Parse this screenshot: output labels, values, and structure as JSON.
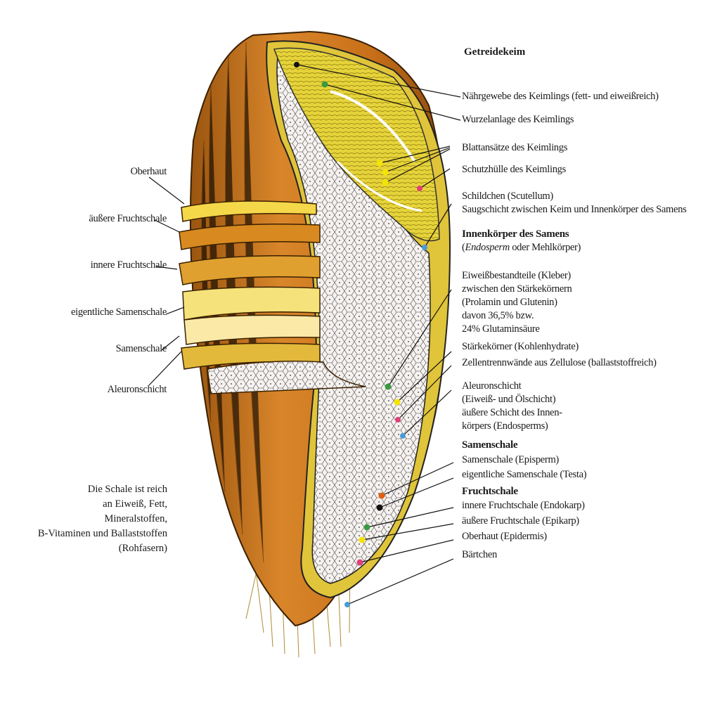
{
  "title": "Getreidekeim",
  "right_labels": {
    "naehrgewebe": "Nährgewebe des Keimlings (fett- und eiweißreich)",
    "wurzel": "Wurzelanlage des Keimlings",
    "blatt": "Blattansätze des Keimlings",
    "schutz": "Schutzhülle des Keimlings",
    "schild1": "Schildchen (Scutellum)",
    "schild2": "Saugschicht zwischen Keim und Innenkörper des Samens",
    "innen_head": "Innenkörper des Samens",
    "innen_open": "(",
    "innen_italic": "Endosperm",
    "innen_rest": " oder Mehlkörper)",
    "eiweiss": [
      "Eiweißbestandteile (Kleber)",
      "zwischen den Stärkekörnern",
      "(Prolamin und Glutenin)",
      "davon 36,5% bzw.",
      "24% Glutaminsäure"
    ],
    "staerke": "Stärkekörner (Kohlenhydrate)",
    "zellen": "Zellentrennwände aus Zellulose (ballaststoffreich)",
    "aleuron": [
      "Aleuronschicht",
      "(Eiweiß- und Ölschicht)",
      "äußere Schicht des Innen-",
      "körpers (Endosperms)"
    ],
    "samen_head": "Samenschale",
    "episperm": "Samenschale (Episperm)",
    "testa": "eigentliche Samenschale (Testa)",
    "frucht_head": "Fruchtschale",
    "endokarp": "innere Fruchtschale (Endokarp)",
    "epikarp": "äußere Fruchtschale (Epikarp)",
    "epidermis": "Oberhaut (Epidermis)",
    "baertchen": "Bärtchen"
  },
  "left_labels": {
    "oberhaut": "Oberhaut",
    "aeussere": "äußere Fruchtschale",
    "innere": "innere Fruchtschale",
    "eigentliche": "eigentliche Samenschale",
    "samenschale": "Samenschale",
    "aleuron": "Aleuronschicht"
  },
  "note": [
    "Die Schale ist reich",
    "an Eiweiß, Fett,",
    "Mineralstoffen,",
    "B-Vitaminen und Ballaststoffen",
    "(Rohfasern)"
  ],
  "colors": {
    "husk": "#c8741a",
    "husk_dark": "#8a4a10",
    "germ": "#e8d640",
    "endosperm": "#f4f0ee",
    "layer_yellow": "#f5e27a"
  }
}
